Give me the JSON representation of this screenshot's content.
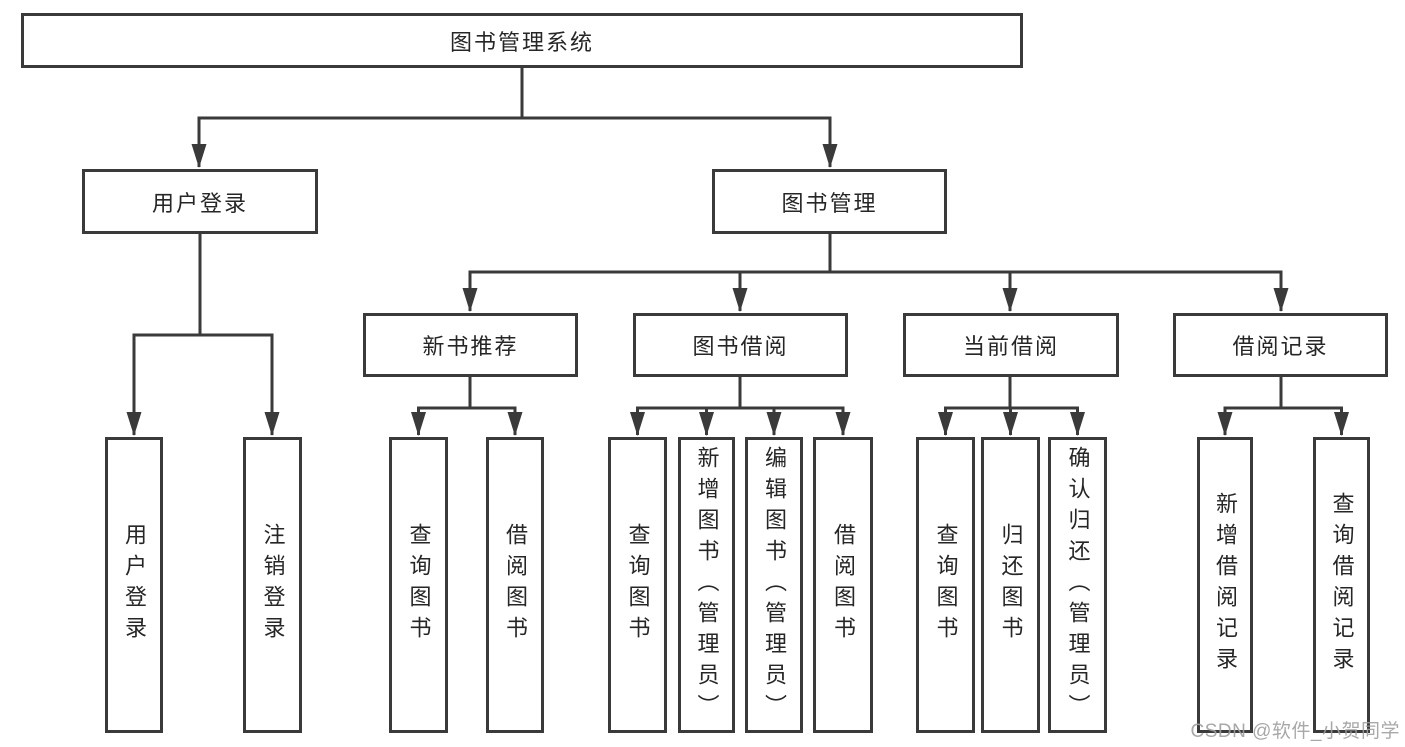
{
  "diagram": {
    "root": "图书管理系统",
    "login_branch": {
      "label": "用户登录",
      "children": [
        "用户登录",
        "注销登录"
      ]
    },
    "mgmt_branch": {
      "label": "图书管理",
      "groups": [
        {
          "label": "新书推荐",
          "children": [
            "查询图书",
            "借阅图书"
          ]
        },
        {
          "label": "图书借阅",
          "children": [
            "查询图书",
            "新增图书（管理员）",
            "编辑图书（管理员）",
            "借阅图书"
          ]
        },
        {
          "label": "当前借阅",
          "children": [
            "查询图书",
            "归还图书",
            "确认归还（管理员）"
          ]
        },
        {
          "label": "借阅记录",
          "children": [
            "新增借阅记录",
            "查询借阅记录"
          ]
        }
      ]
    }
  },
  "watermark": "CSDN @软件_小贺同学",
  "colors": {
    "line": "#3a3a3a",
    "text": "#262626",
    "watermark": "#9e9e9e",
    "background": "#ffffff"
  }
}
